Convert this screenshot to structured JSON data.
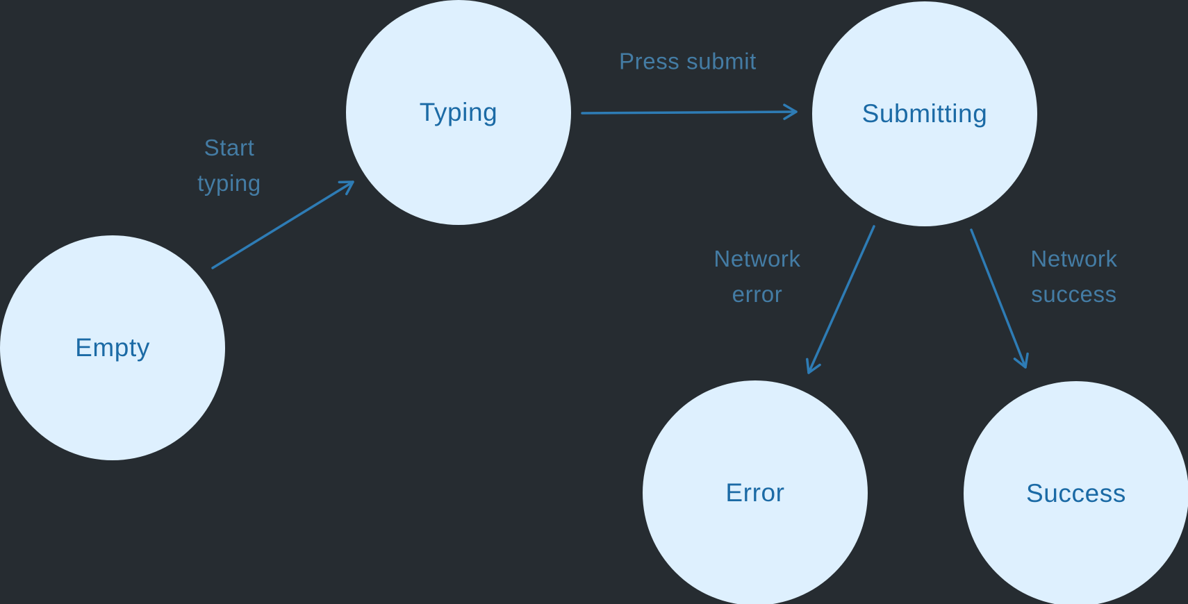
{
  "diagram": {
    "type": "state-machine",
    "nodes": [
      {
        "id": "empty",
        "label": "Empty"
      },
      {
        "id": "typing",
        "label": "Typing"
      },
      {
        "id": "submitting",
        "label": "Submitting"
      },
      {
        "id": "error",
        "label": "Error"
      },
      {
        "id": "success",
        "label": "Success"
      }
    ],
    "edges": [
      {
        "from": "empty",
        "to": "typing",
        "label_lines": [
          "Start",
          "typing"
        ]
      },
      {
        "from": "typing",
        "to": "submitting",
        "label_lines": [
          "Press submit"
        ]
      },
      {
        "from": "submitting",
        "to": "error",
        "label_lines": [
          "Network",
          "error"
        ]
      },
      {
        "from": "submitting",
        "to": "success",
        "label_lines": [
          "Network",
          "success"
        ]
      }
    ]
  },
  "colors": {
    "background": "#262c31",
    "node_fill": "#def0fe",
    "node_text": "#1b6aa5",
    "arrow": "#2e7cb5",
    "edge_label": "#447ca4"
  }
}
